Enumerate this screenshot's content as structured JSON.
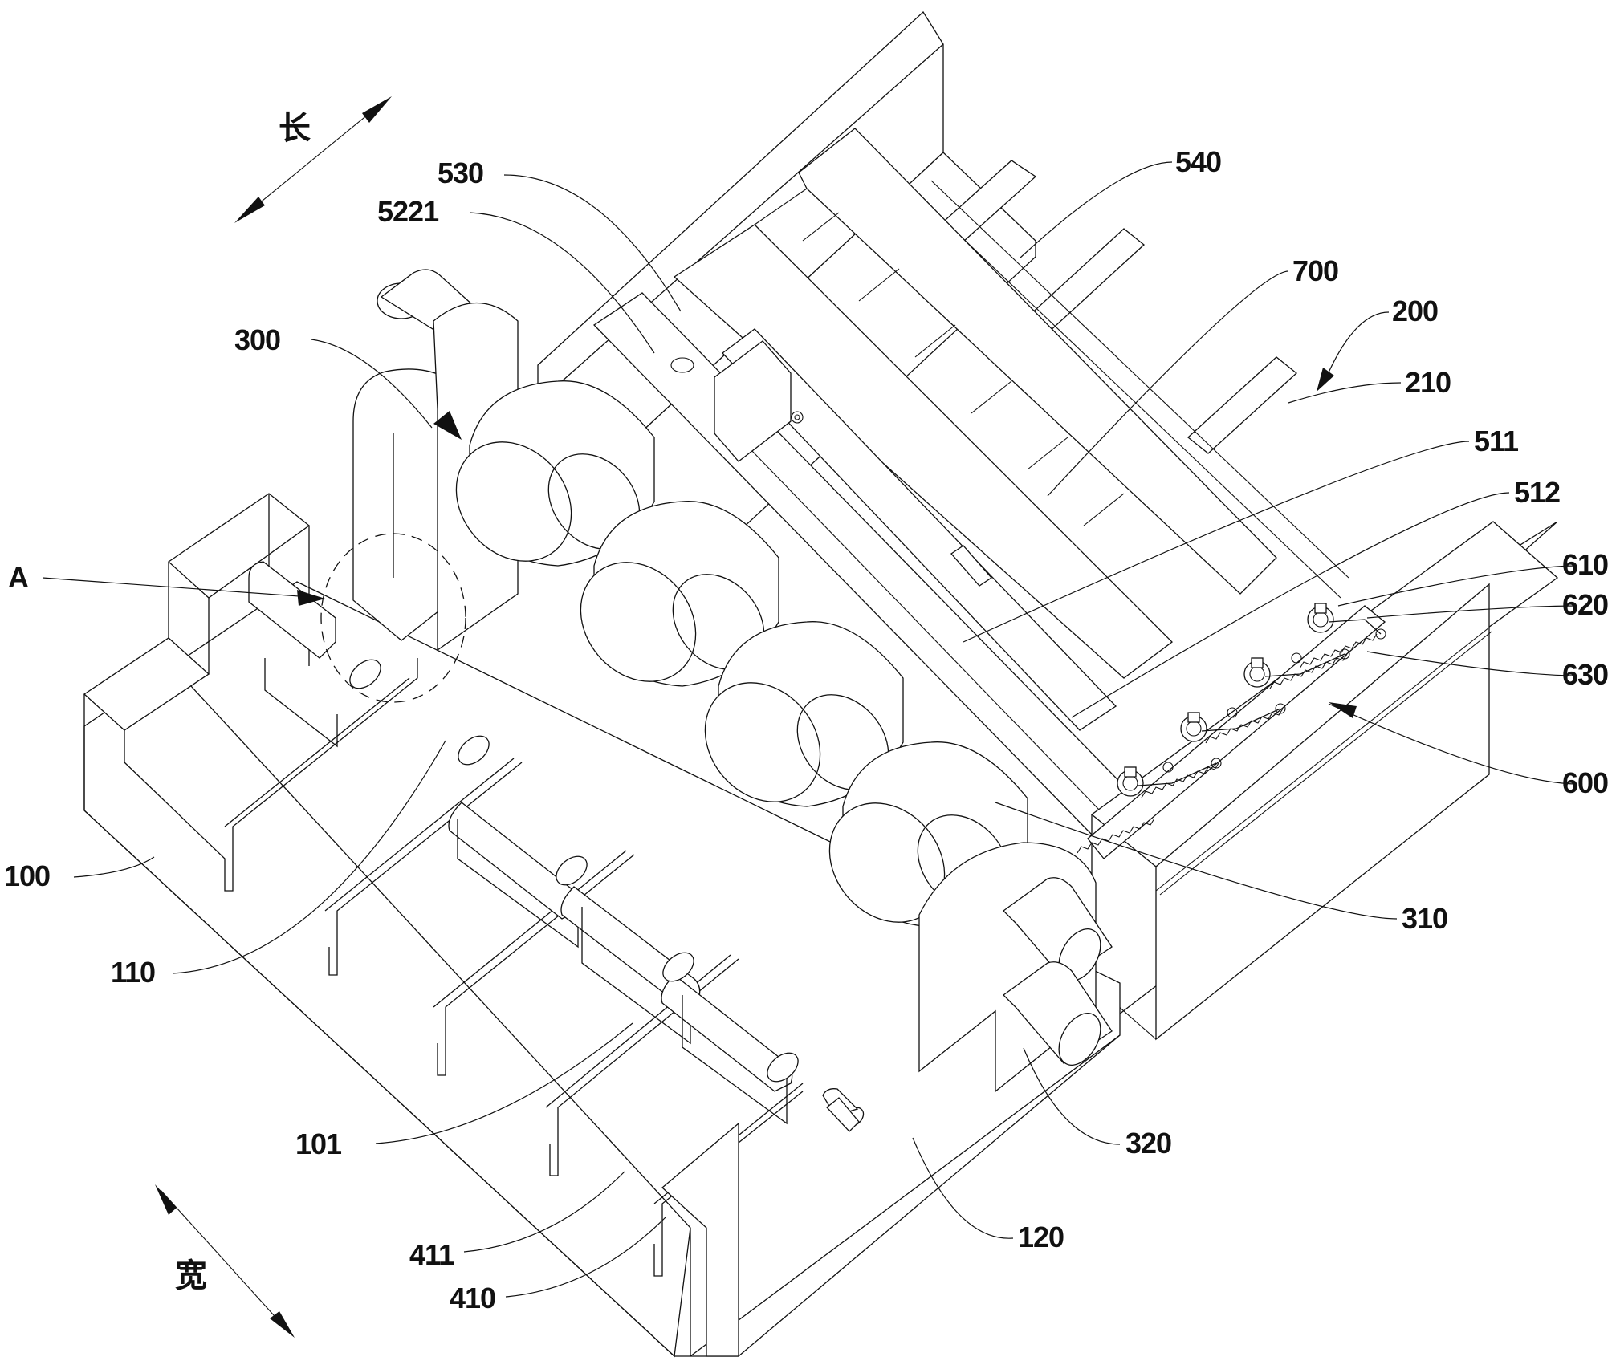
{
  "figure": {
    "type": "patent isometric mechanical drawing",
    "line_color": "#111111",
    "background": "#ffffff"
  },
  "directions": {
    "length": {
      "label": "长",
      "meaning": "length direction",
      "icon": "double-arrow-icon"
    },
    "width": {
      "label": "宽",
      "meaning": "width direction",
      "icon": "double-arrow-icon"
    }
  },
  "labels": {
    "l530": "530",
    "l5221": "5221",
    "l300": "300",
    "lA": "A",
    "l100": "100",
    "l110": "110",
    "l101": "101",
    "l411": "411",
    "l410": "410",
    "l120": "120",
    "l320": "320",
    "l310": "310",
    "l600": "600",
    "l630": "630",
    "l620": "620",
    "l610": "610",
    "l512": "512",
    "l511": "511",
    "l210": "210",
    "l200": "200",
    "l700": "700",
    "l540": "540"
  },
  "components": {
    "base": "100",
    "base_slots": "101",
    "left_supports": "110",
    "locating_pin": "120",
    "roller_assembly": "300",
    "rollers": "310",
    "shaft": "320",
    "clamp_blocks": "410",
    "clamp_pins": "411",
    "plates": [
      "511",
      "512"
    ],
    "brackets": [
      "5221",
      "530",
      "540"
    ],
    "spring_mechanism": [
      "600",
      "610",
      "620",
      "630"
    ],
    "frame": [
      "200",
      "210"
    ],
    "top_plate": "700",
    "detail_callout": "A"
  }
}
